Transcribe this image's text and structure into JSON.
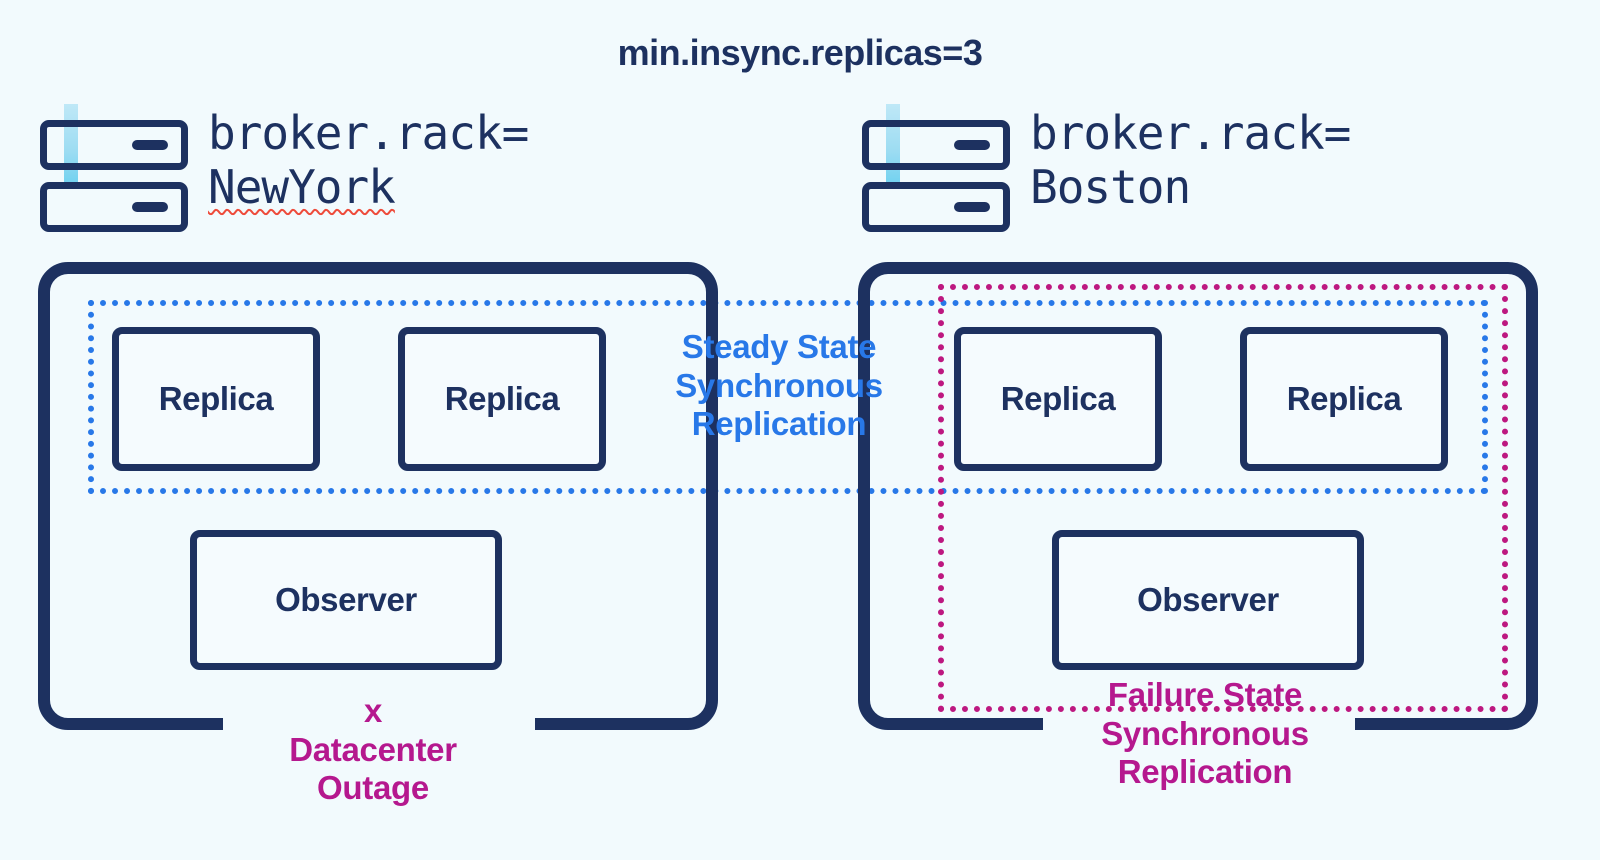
{
  "title": "min.insync.replicas=3",
  "colors": {
    "background": "#f2fafd",
    "navy": "#1d3160",
    "steady_blue": "#2878e8",
    "failure_magenta": "#b5188e",
    "dotted_magenta": "#bd1880",
    "cyan_accent": "#4fc9ee",
    "spellcheck_red": "#ee4b3b"
  },
  "datacenters": [
    {
      "id": "newyork",
      "rack_prefix": "broker.rack=",
      "rack_value": "NewYork",
      "rack_value_misspelled": true,
      "icon": "server-rack-icon",
      "nodes": [
        {
          "type": "replica",
          "label": "Replica"
        },
        {
          "type": "replica",
          "label": "Replica"
        },
        {
          "type": "observer",
          "label": "Observer"
        }
      ],
      "status_note": {
        "marker": "x",
        "lines": [
          "Datacenter",
          "Outage"
        ],
        "text": "x\nDatacenter\nOutage"
      }
    },
    {
      "id": "boston",
      "rack_prefix": "broker.rack=",
      "rack_value": "Boston",
      "rack_value_misspelled": false,
      "icon": "server-rack-icon",
      "nodes": [
        {
          "type": "replica",
          "label": "Replica"
        },
        {
          "type": "replica",
          "label": "Replica"
        },
        {
          "type": "observer",
          "label": "Observer"
        }
      ]
    }
  ],
  "annotations": {
    "steady": {
      "lines": [
        "Steady State",
        "Synchronous",
        "Replication"
      ],
      "text": "Steady State\nSynchronous\nReplication",
      "color": "#2878e8",
      "border_style": "dotted"
    },
    "failure": {
      "lines": [
        "Failure State",
        "Synchronous",
        "Replication"
      ],
      "text": "Failure State\nSynchronous\nReplication",
      "color": "#b5188e",
      "border_style": "dotted"
    }
  },
  "node_labels": {
    "replica": "Replica",
    "observer": "Observer"
  }
}
